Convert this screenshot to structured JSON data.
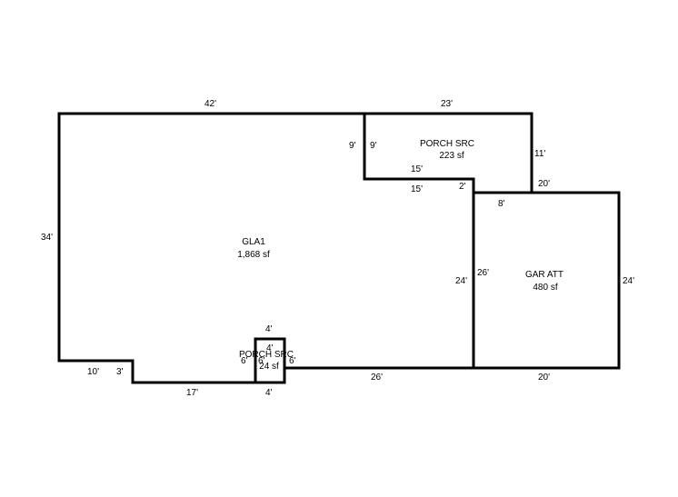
{
  "areas": [
    {
      "id": "gla1",
      "name": "GLA1",
      "area": "1,868 sf"
    },
    {
      "id": "porch-src-top",
      "name": "PORCH SRC",
      "area": "223 sf"
    },
    {
      "id": "gar-att",
      "name": "GAR ATT",
      "area": "480 sf"
    },
    {
      "id": "porch-src-small",
      "name": "PORCH SRC",
      "area": "24 sf"
    }
  ],
  "dimensions": {
    "gla_top": "42'",
    "porch_top": "23'",
    "gla_left": "34'",
    "porch_left_outer": "9'",
    "porch_left_inner": "9'",
    "porch_right": "11'",
    "porch_bottom": "15'",
    "gla_notch_top": "15'",
    "step_2": "2'",
    "gar_top": "20'",
    "gar_top_short": "8'",
    "gla_right": "24'",
    "gla_right_alt": "26'",
    "gar_right": "24'",
    "gar_bottom": "20'",
    "gla_bottom_right": "26'",
    "gla_bottom_left": "10'",
    "step_3": "3'",
    "gla_bottom_mid": "17'",
    "small_porch_top": "4'",
    "small_porch_top_inner": "4'",
    "small_porch_bottom": "4'",
    "small_porch_left": "6'",
    "small_porch_left_inner": "6'",
    "small_porch_right": "6'"
  }
}
